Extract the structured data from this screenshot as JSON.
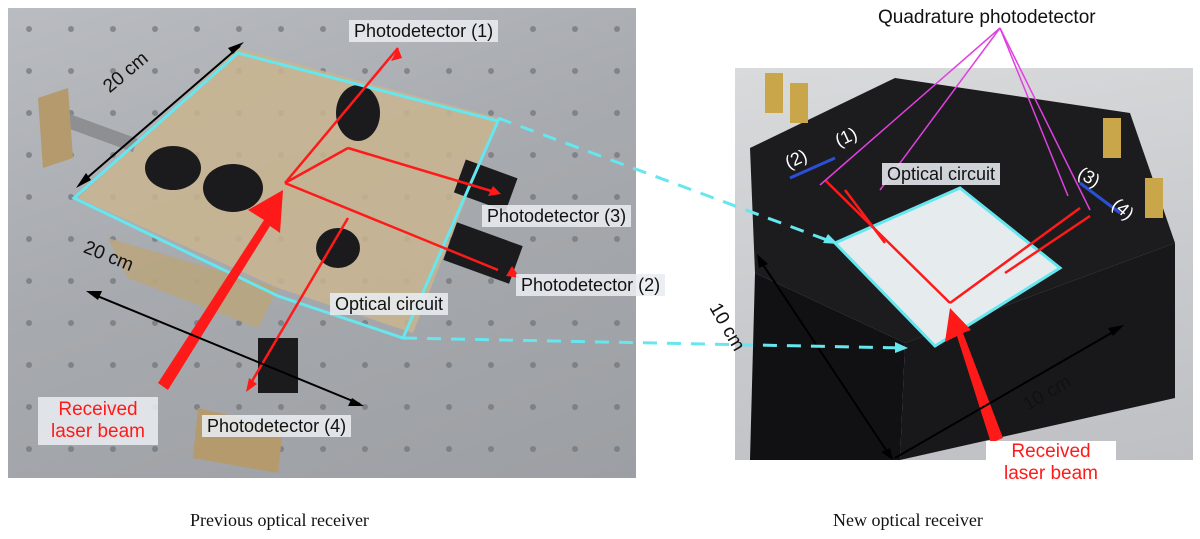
{
  "left_panel": {
    "caption": "Previous optical receiver",
    "labels": {
      "photodetector_1": "Photodetector (1)",
      "photodetector_2": "Photodetector (2)",
      "photodetector_3": "Photodetector (3)",
      "photodetector_4": "Photodetector (4)",
      "optical_circuit": "Optical circuit",
      "received_beam_line1": "Received",
      "received_beam_line2": "laser beam",
      "dim_top": "20 cm",
      "dim_side": "20 cm"
    }
  },
  "right_panel": {
    "caption": "New optical receiver",
    "labels": {
      "quadrature": "Quadrature photodetector",
      "optical_circuit": "Optical circuit",
      "pd_1": "(1)",
      "pd_2": "(2)",
      "pd_3": "(3)",
      "pd_4": "(4)",
      "received_beam_line1": "Received",
      "received_beam_line2": "laser beam",
      "dim_left": "10 cm",
      "dim_bottom": "10 cm"
    }
  },
  "colors": {
    "outline": "#66e6ee",
    "beam": "#ff1a1a",
    "beam_dark": "#d42020",
    "pointer": "#e040e0",
    "detector_bar": "#2b4fd6",
    "dimension": "#000000"
  }
}
